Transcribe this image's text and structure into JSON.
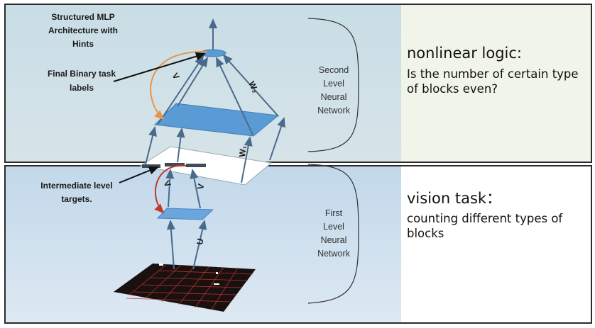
{
  "figure": {
    "title_lines": [
      "Structured MLP",
      "Architecture with",
      "Hints"
    ],
    "final_labels_lines": [
      "Final Binary task",
      "labels"
    ],
    "intermediate_lines": [
      "Intermediate level",
      "targets."
    ],
    "second_level_lines": [
      "Second",
      "Level",
      "Neural",
      "Network"
    ],
    "first_level_lines": [
      "First",
      "Level",
      "Neural",
      "Network"
    ],
    "weights": {
      "v_top": "V",
      "w2": "W₂",
      "w1": "W₁",
      "v_bottom": "V",
      "u": "U"
    }
  },
  "top_task": {
    "title": "nonlinear logic:",
    "body": "Is  the number of certain type of blocks even?"
  },
  "bottom_task": {
    "title": "vision task：",
    "body": "counting different types of blocks"
  },
  "colors": {
    "arrow": "#4a6a8c",
    "plane": "#5b9bd5",
    "orange_arc": "#e8954a",
    "red_arc": "#c0392b",
    "grid_bg": "#1a1010",
    "grid_lines": "#c0392b"
  }
}
